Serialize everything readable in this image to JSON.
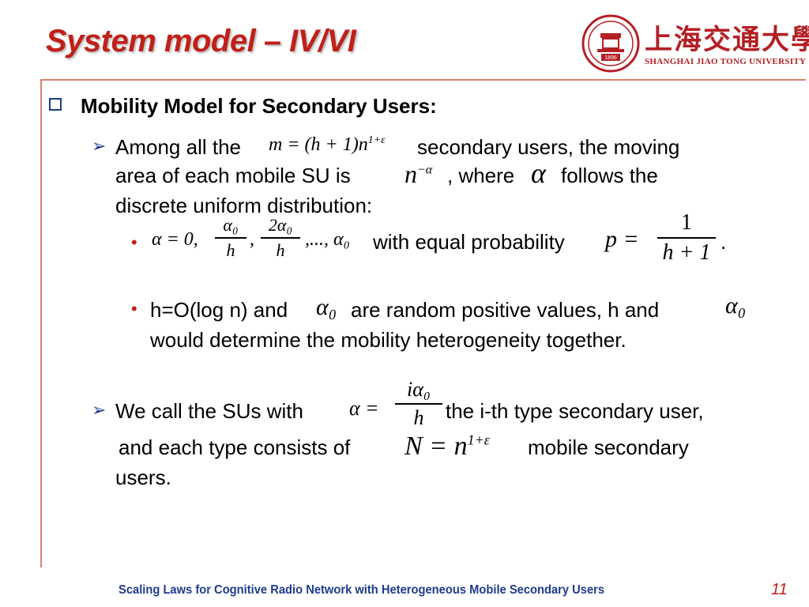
{
  "slide": {
    "title": "System model – IV/VI",
    "heading": "Mobility Model for Secondary Users:",
    "b1_line1_a": "Among all the",
    "b1_math_m": "m = (h + 1)n",
    "b1_math_m_sup": "1+ε",
    "b1_line1_b": "secondary users, the moving",
    "b1_line2_a": "area of each mobile SU is",
    "b1_math_n": "n",
    "b1_math_n_sup": "−α",
    "b1_line2_b": ", where",
    "b1_math_alpha": "α",
    "b1_line2_c": "follows the",
    "b1_line3": "discrete uniform distribution:",
    "s1_math_a": "α = 0,",
    "s1_frac1_num": "α₀",
    "s1_frac1_den": "h",
    "s1_comma": ",",
    "s1_frac2_num": "2α₀",
    "s1_frac2_den": "h",
    "s1_math_tail": ",..., α₀",
    "s1_text": "with equal probability",
    "s1_math_p": "p =",
    "s1_frac3_num": "1",
    "s1_frac3_den": "h + 1",
    "s1_period": ".",
    "s2_line1_a": "h=O(log n) and",
    "s2_math_a0": "α₀",
    "s2_line1_b": "are random positive values, h and",
    "s2_math_a0b": "α₀",
    "s2_line2": "would determine the mobility heterogeneity together.",
    "b2_line1_a": "We call the SUs with",
    "b2_math_alpha": "α =",
    "b2_frac_num": "iα₀",
    "b2_frac_den": "h",
    "b2_line1_b": "the i-th type secondary user,",
    "b2_line2_a": "and each type consists of",
    "b2_math_N": "N = n",
    "b2_math_N_sup": "1+ε",
    "b2_line2_b": "mobile secondary",
    "b2_line3": "users."
  },
  "logo": {
    "cn": "上海交通大學",
    "en": "SHANGHAI JIAO TONG UNIVERSITY",
    "seal_year": "1896"
  },
  "footer": {
    "text": "Scaling Laws for Cognitive Radio Network with Heterogeneous Mobile Secondary Users",
    "page": "11"
  },
  "colors": {
    "title": "#c0201a",
    "bullet": "#1f3b8c",
    "rule": "#d9826e",
    "logo": "#b41f24"
  }
}
